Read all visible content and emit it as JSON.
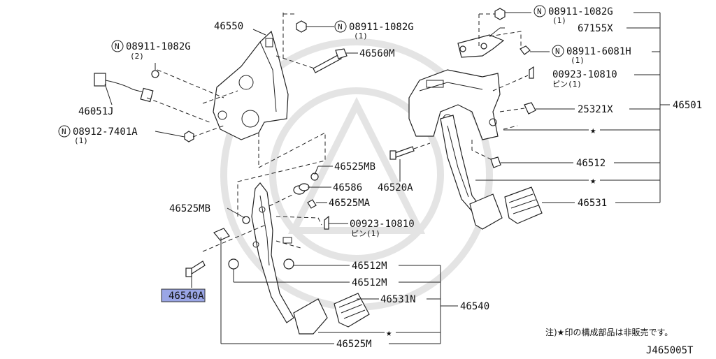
{
  "accent_color": "#9aa6e6",
  "callouts": {
    "c46550": "46550",
    "bolt_top_left": "08911-1082G",
    "bolt_top_left_qty": "(2)",
    "bolt_top_mid": "08911-1082G",
    "bolt_top_mid_qty": "(1)",
    "c46560m": "46560M",
    "c46051j": "46051J",
    "nut_7401a": "08912-7401A",
    "nut_7401a_qty": "(1)",
    "c46525mb_a": "46525MB",
    "c46586": "46586",
    "c46520a": "46520A",
    "c46525mb_b": "46525MB",
    "c46525ma": "46525MA",
    "pin_left": "00923-10810",
    "pin_left_sub": "ピン(1)",
    "c46540a": "46540A",
    "c46512m_a": "46512M",
    "c46512m_b": "46512M",
    "c46531n": "46531N",
    "c46540": "46540",
    "c46525m": "46525M",
    "bolt_top_right": "08911-1082G",
    "bolt_top_right_qty": "(1)",
    "c67155x": "67155X",
    "nut_6081h": "08911-6081H",
    "nut_6081h_qty": "(1)",
    "pin_right": "00923-10810",
    "pin_right_sub": "ピン(1)",
    "c25321x": "25321X",
    "c46501": "46501",
    "c46512": "46512",
    "c46531": "46531"
  },
  "symbols": {
    "star": "★",
    "nut_prefix": "N"
  },
  "footer": {
    "note": "注)★印の構成部品は非販売です。",
    "code": "J465005T"
  }
}
